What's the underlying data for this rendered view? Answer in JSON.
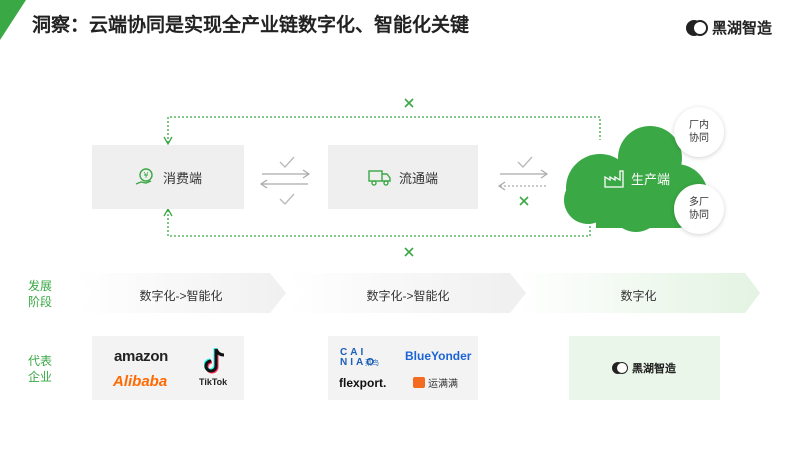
{
  "header": {
    "title": "洞察：云端协同是实现全产业链数字化、智能化关键",
    "brand": "黑湖智造"
  },
  "nodes": {
    "consumer": "消费端",
    "logistics": "流通端",
    "production": "生产端",
    "in_factory": [
      "厂内",
      "协同"
    ],
    "multi_factory": [
      "多厂",
      "协同"
    ]
  },
  "stage_label": [
    "发展",
    "阶段"
  ],
  "stages": [
    "数字化->智能化",
    "数字化->智能化",
    "数字化"
  ],
  "company_label": [
    "代表",
    "企业"
  ],
  "companies": {
    "consumer": [
      "amazon",
      "Alibaba",
      "TikTok"
    ],
    "logistics": [
      "CAI",
      "NIAO",
      "菜鸟",
      "BlueYonder",
      "flexport.",
      "运满满"
    ],
    "production": [
      "黑湖智造"
    ]
  },
  "colors": {
    "accent": "#3aa845",
    "box_bg": "#efefef"
  }
}
